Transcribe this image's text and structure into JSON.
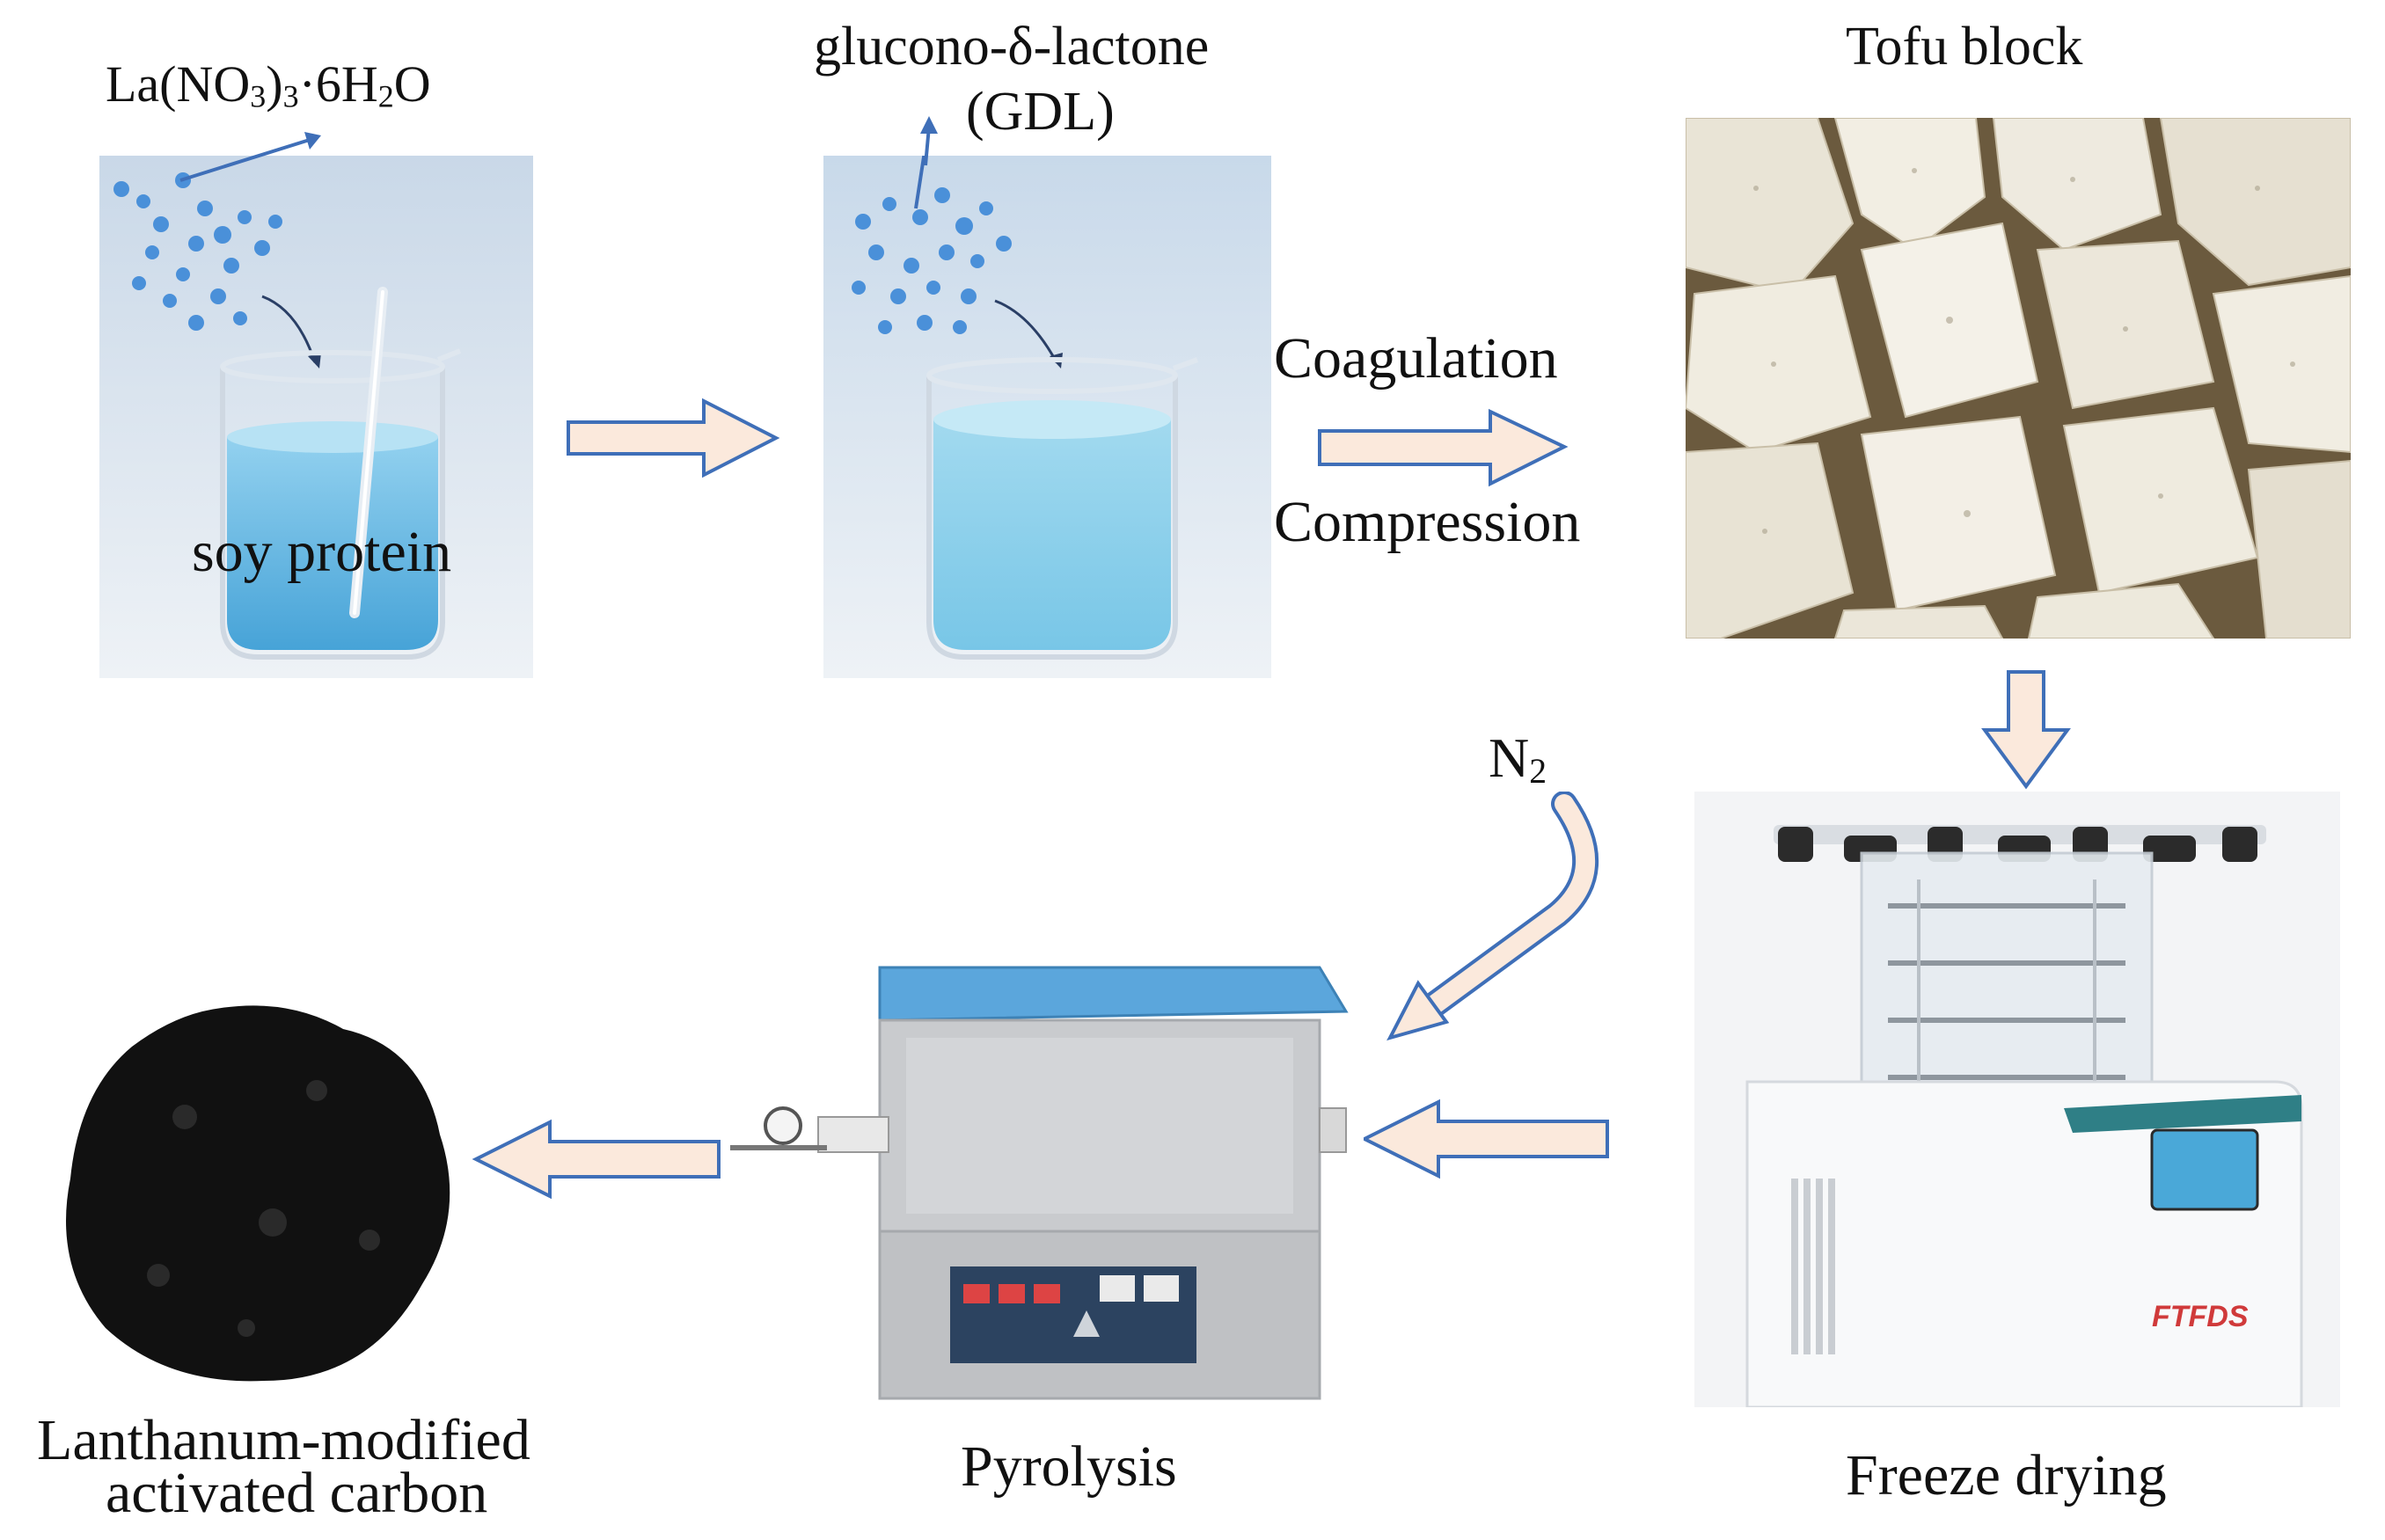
{
  "labels": {
    "lanthanum_formula": {
      "base1": "La(NO",
      "sub1": "3",
      "base2": ")",
      "sub2": "3",
      "base3": "·6H",
      "sub3": "2",
      "base4": "O"
    },
    "soy_protein": "soy protein",
    "gdl_name": "glucono-δ-lactone",
    "gdl_abbr": "(GDL)",
    "coagulation": "Coagulation",
    "compression": "Compression",
    "tofu_block": "Tofu block",
    "nitrogen": {
      "base": "N",
      "sub": "2"
    },
    "freeze_drying": "Freeze drying",
    "pyrolysis": "Pyrolysis",
    "product_line1": "Lanthanum-modified",
    "product_line2": "activated carbon",
    "brand_logo": "FTFDS"
  },
  "colors": {
    "arrow_fill": "#fbe9dc",
    "arrow_stroke": "#3f6fb8",
    "particle": "#4a90d9",
    "liquid": "#6ec2e8",
    "furnace_lid": "#5ba6dc",
    "carbon": "#111111"
  }
}
